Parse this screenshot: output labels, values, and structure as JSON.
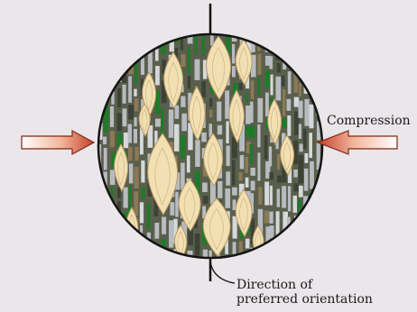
{
  "labels": {
    "compression": "Compression",
    "direction_line1": "Direction of",
    "direction_line2": "preferred orientation"
  },
  "colors": {
    "background": "#eae6e9",
    "circle_base": "#5a5e4c",
    "mineral_green": "#1f7a2a",
    "mineral_grey": "#b8bcc0",
    "mineral_tan": "#8a7a55",
    "crystal_fill": "#f2dfb4",
    "crystal_stroke": "#b89a60",
    "arrow_fill": "#c8553a",
    "axis_line": "#111111"
  },
  "icons": [
    "left-compression-arrow-icon",
    "right-compression-arrow-icon"
  ]
}
